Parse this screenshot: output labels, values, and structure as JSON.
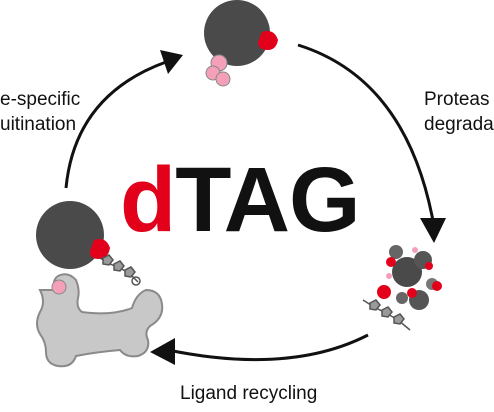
{
  "title": {
    "prefix": "d",
    "rest": "TAG"
  },
  "labels": {
    "left_line1": "e-specific",
    "left_line2": "uitination",
    "right_line1": "Proteas",
    "right_line2": "degrada",
    "bottom": "Ligand recycling"
  },
  "colors": {
    "protein": "#4a4a4a",
    "degron_tag": "#e3001b",
    "ligase": "#c8c8c8",
    "ubiquitin": "#f3a0b8",
    "arrow": "#111111",
    "title_accent": "#e3001b",
    "text": "#111111"
  }
}
